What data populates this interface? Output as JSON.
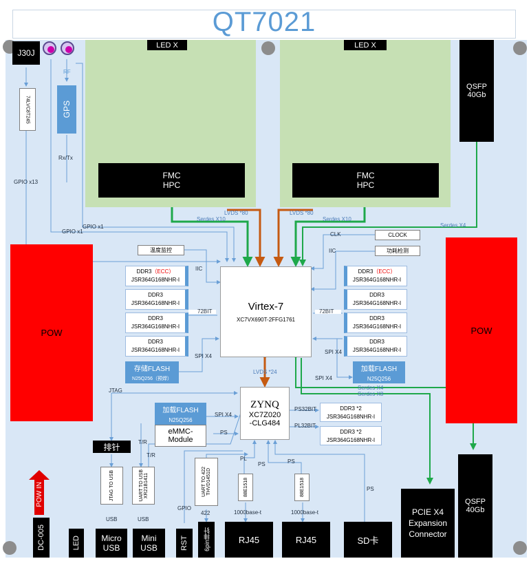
{
  "title": "QT7021",
  "j30j": "J30J",
  "rf": "RF",
  "gps": "GPS",
  "rxtx": "Rx/Tx",
  "chip_74": "74LVC8T245",
  "gpio13": "GPIO x13",
  "gpio1a": "GPIO x1",
  "gpio1b": "GPIO x1",
  "led_x": "LED X",
  "fmc": "FMC",
  "hpc": "HPC",
  "qsfp": "QSFP",
  "gb40": "40Gb",
  "serdes_x10": "Serdes X10",
  "lvds_80": "LVDS *80",
  "serdes_x4": "Serdes X4",
  "serdes_x8": "Serdes X8",
  "clk": "CLK",
  "clock": "CLOCK",
  "power_detect": "功耗检测",
  "temp_monitor": "温度监控",
  "iic": "IIC",
  "pow": "POW",
  "ddr3_ecc_a": "DDR3",
  "ecc": "（ECC）",
  "ddr3": "DDR3",
  "ddr_part": "JSR364G168NHR-I",
  "bit72": "72BIT",
  "virtex": "Virtex-7",
  "virtex_part": "XC7VX690T-2FFG1761",
  "spi_x4": "SPI X4",
  "storage_flash": "存储FLASH",
  "n25q_reserve": "N25Q256（预焊）",
  "load_flash": "加载FLASH",
  "n25q": "N25Q256",
  "lvds_24": "LVDS *24",
  "zynq": "ZYNQ",
  "zynq_part1": "XC7Z020",
  "zynq_part2": "-CLG484",
  "ps32": "PS32BIT",
  "pl32": "PL32BIT",
  "ddr3x2": "DDR3 *2",
  "jtag": "JTAG",
  "emmc1": "eMMC-",
  "emmc2": "Module",
  "ps": "PS",
  "pl": "PL",
  "tr": "T/R",
  "header": "排针",
  "jtag_usb": "JTAG TO USB",
  "uart_usb": "UART TO USB",
  "xr": "XR21B1411",
  "usb": "USB",
  "uart422": "UART TO 422",
  "thvd": "THVD1451D",
  "gpio": "GPIO",
  "v422": "422",
  "phy": "88E1518",
  "base_t": "1000base-t",
  "pcie1": "PCIE X4",
  "pcie2": "Expansion",
  "pcie3": "Connector",
  "pow_in": "POW IN",
  "dc005": "DC-005",
  "led": "LED",
  "micro1": "Micro",
  "mini1": "Mini",
  "rst": "RST",
  "pin6": "6pin排针",
  "rj45": "RJ45",
  "sd": "SD卡",
  "colors": {
    "board": "#d9e7f6",
    "fpga_green": "#c6e0b4",
    "power_red": "#ff0000",
    "link_green": "#1ea84a",
    "lvds_orange": "#c55a11",
    "blue_block": "#5b9bd5",
    "line_blue": "#6a9fd6"
  }
}
